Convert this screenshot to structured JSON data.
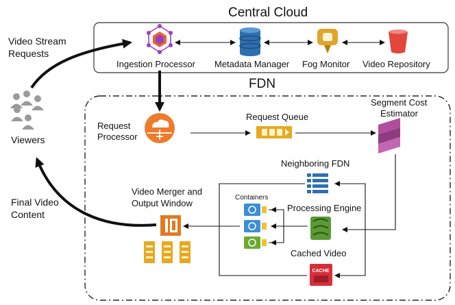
{
  "regions": {
    "central_cloud": "Central Cloud",
    "fdn": "FDN"
  },
  "cloud_components": {
    "ingestion": "Ingestion Processor",
    "metadata": "Metadata Manager",
    "fog_monitor": "Fog Monitor",
    "repository": "Video Repository"
  },
  "left": {
    "requests_line1": "Video Stream",
    "requests_line2": "Requests",
    "viewers": "Viewers",
    "final_line1": "Final Video",
    "final_line2": "Content"
  },
  "fdn_components": {
    "request_processor_line1": "Request",
    "request_processor_line2": "Processor",
    "request_queue": "Request Queue",
    "estimator_line1": "Segment Cost",
    "estimator_line2": "Estimator",
    "neighboring": "Neighboring FDN",
    "merger_line1": "Video Merger and",
    "merger_line2": "Output Window",
    "containers": "Containers",
    "processing_engine": "Processing Engine",
    "cached_video": "Cached Video",
    "cache_badge": "CACHE"
  },
  "colors": {
    "ingestion": "#9b3fbf",
    "metadata": "#2f6fb0",
    "fog_monitor": "#e0a52a",
    "repository": "#e2463c",
    "request_processor": "#ee7b2c",
    "queue": "#e8a822",
    "estimator": "#a04890",
    "neighboring": "#2f6fb0",
    "merger": "#e07a22",
    "containers_blue": "#3a8fd6",
    "containers_green": "#6aab2f",
    "engine": "#5b9a35",
    "cache": "#d62e3a"
  }
}
